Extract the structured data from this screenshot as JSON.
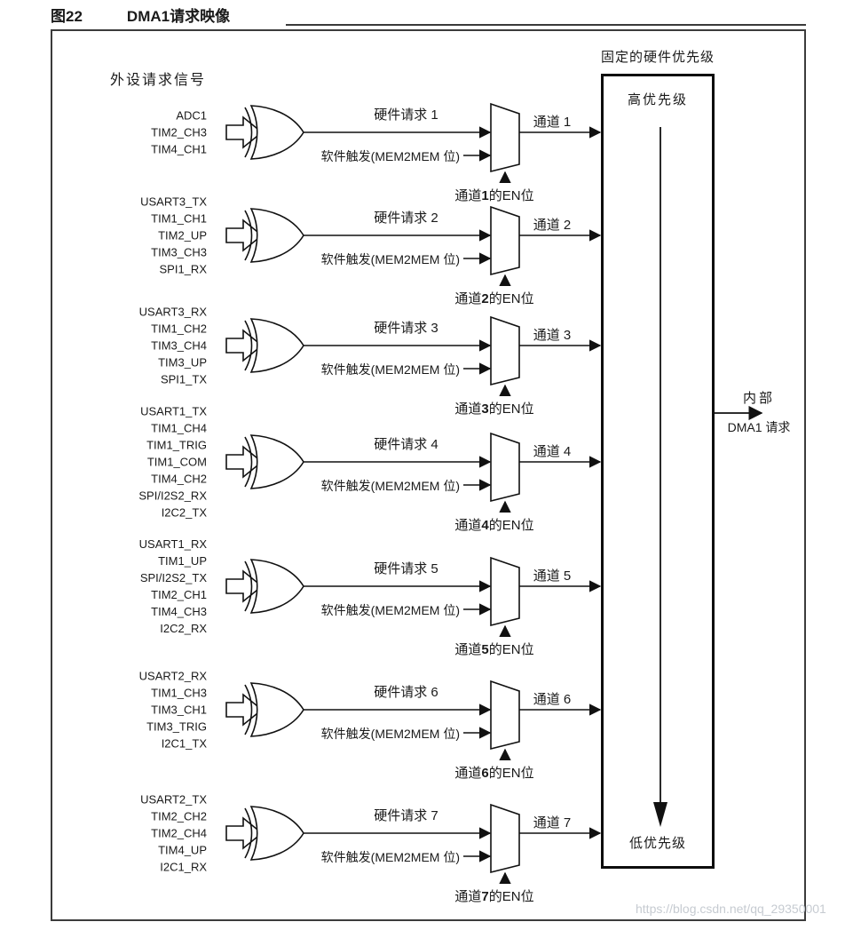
{
  "figure": {
    "label": "图22",
    "title": "DMA1请求映像"
  },
  "diagram": {
    "peripheral_header": "外设请求信号",
    "priority_header": "固定的硬件优先级",
    "priority_high": "高优先级",
    "priority_low": "低优先级",
    "output_label_line1": "内部",
    "output_label_line2": "DMA1 请求",
    "watermark": "https://blog.csdn.net/qq_29350001",
    "channels": [
      {
        "number": "1",
        "hw_label": "硬件请求 1",
        "sw_label": "软件触发(MEM2MEM 位)",
        "channel_label": "通道 1",
        "en_prefix": "通道",
        "en_num": "1",
        "en_suffix": "的EN位",
        "signals": [
          "ADC1",
          "TIM2_CH3",
          "TIM4_CH1"
        ]
      },
      {
        "number": "2",
        "hw_label": "硬件请求 2",
        "sw_label": "软件触发(MEM2MEM 位)",
        "channel_label": "通道 2",
        "en_prefix": "通道",
        "en_num": "2",
        "en_suffix": "的EN位",
        "signals": [
          "USART3_TX",
          "TIM1_CH1",
          "TIM2_UP",
          "TIM3_CH3",
          "SPI1_RX"
        ]
      },
      {
        "number": "3",
        "hw_label": "硬件请求 3",
        "sw_label": "软件触发(MEM2MEM 位)",
        "channel_label": "通道 3",
        "en_prefix": "通道",
        "en_num": "3",
        "en_suffix": "的EN位",
        "signals": [
          "USART3_RX",
          "TIM1_CH2",
          "TIM3_CH4",
          "TIM3_UP",
          "SPI1_TX"
        ]
      },
      {
        "number": "4",
        "hw_label": "硬件请求 4",
        "sw_label": "软件触发(MEM2MEM 位)",
        "channel_label": "通道 4",
        "en_prefix": "通道",
        "en_num": "4",
        "en_suffix": "的EN位",
        "signals": [
          "USART1_TX",
          "TIM1_CH4",
          "TIM1_TRIG",
          "TIM1_COM",
          "TIM4_CH2",
          "SPI/I2S2_RX",
          "I2C2_TX"
        ]
      },
      {
        "number": "5",
        "hw_label": "硬件请求 5",
        "sw_label": "软件触发(MEM2MEM 位)",
        "channel_label": "通道 5",
        "en_prefix": "通道",
        "en_num": "5",
        "en_suffix": "的EN位",
        "signals": [
          "USART1_RX",
          "TIM1_UP",
          "SPI/I2S2_TX",
          "TIM2_CH1",
          "TIM4_CH3",
          "I2C2_RX"
        ]
      },
      {
        "number": "6",
        "hw_label": "硬件请求 6",
        "sw_label": "软件触发(MEM2MEM 位)",
        "channel_label": "通道 6",
        "en_prefix": "通道",
        "en_num": "6",
        "en_suffix": "的EN位",
        "signals": [
          "USART2_RX",
          "TIM1_CH3",
          "TIM3_CH1",
          "TIM3_TRIG",
          "I2C1_TX"
        ]
      },
      {
        "number": "7",
        "hw_label": "硬件请求 7",
        "sw_label": "软件触发(MEM2MEM 位)",
        "channel_label": "通道 7",
        "en_prefix": "通道",
        "en_num": "7",
        "en_suffix": "的EN位",
        "signals": [
          "USART2_TX",
          "TIM2_CH2",
          "TIM2_CH4",
          "TIM4_UP",
          "I2C1_RX"
        ]
      }
    ]
  }
}
